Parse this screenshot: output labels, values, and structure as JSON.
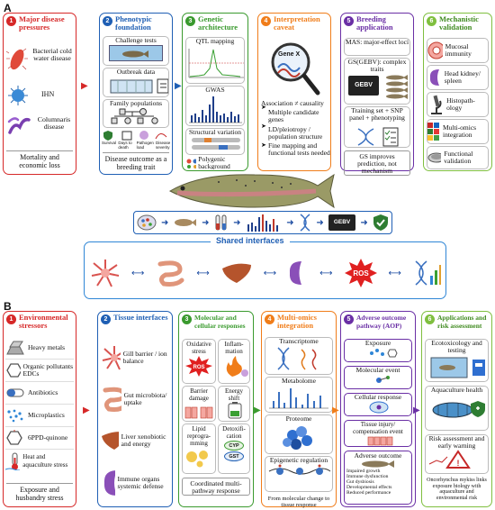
{
  "panel_a": {
    "label": "A",
    "c1": {
      "num": "1",
      "title": "Major disease pressures",
      "i1": "Bacterial cold water disease",
      "i2": "IHN",
      "i3": "Columnaris disease",
      "foot": "Mortality and economic loss"
    },
    "c2": {
      "num": "2",
      "title": "Phenotypic foundation",
      "i1": "Challenge tests",
      "i2": "Outbreak data",
      "i3": "Family populations",
      "legend": [
        "Survival",
        "Days to death",
        "Pathogen load",
        "Disease severity"
      ],
      "foot": "Disease outcome as a breeding trait"
    },
    "c3": {
      "num": "3",
      "title": "Genetic architecture",
      "i1": "QTL mapping",
      "i2": "GWAS",
      "i3": "Structural variation",
      "i4": "Polygenic background"
    },
    "c4": {
      "num": "4",
      "title": "Interpretation caveat",
      "gene": "Gene X",
      "bullets": [
        "Association ≠ causality",
        "Multiple candidate genes",
        "LD/pleiotropy / population structure",
        "Fine mapping and functional tests needed"
      ]
    },
    "c5": {
      "num": "5",
      "title": "Breeding application",
      "i1": "MAS: major-effect loci",
      "i2": "GS(GEBV): complex traits",
      "gebv": "GEBV",
      "i3": "Training set + SNP panel + phenotyping",
      "foot": "GS improves prediction, not mechanism"
    },
    "c6": {
      "num": "6",
      "title": "Mechanistic validation",
      "i1": "Mucosal immunity",
      "i2": "Head kidney/ spleen",
      "i3": "Histopath- ology",
      "i4": "Multi-omics integration",
      "i5": "Functional validation"
    },
    "pipeline": {
      "gebv": "GEBV"
    },
    "shared": {
      "title": "Shared interfaces",
      "ros": "ROS"
    }
  },
  "panel_b": {
    "label": "B",
    "c1": {
      "num": "1",
      "title": "Environmental stressors",
      "items": [
        "Heavy metals",
        "Organic pollutants EDCs",
        "Antibiotics",
        "Microplastics",
        "6PPD-quinone",
        "Heat and aquaculture stress"
      ],
      "foot": "Exposure and husbandry stress"
    },
    "c2": {
      "num": "2",
      "title": "Tissue interfaces",
      "items": [
        "Gill barrier / ion balance",
        "Gut microbiota/ uptake",
        "Liver xenobiotic and energy",
        "Immune organs systemic defense"
      ]
    },
    "c3": {
      "num": "3",
      "title": "Molecular and cellular responses",
      "items": [
        "Oxidative stress",
        "Inflam- mation",
        "Barrier damage",
        "Energy shift",
        "Lipid reprogra- mming",
        "Detoxifi- cation"
      ],
      "ros": "ROS",
      "cyp": "CYP",
      "gst": "GST",
      "foot": "Coordinated multi- pathway response"
    },
    "c4": {
      "num": "4",
      "title": "Multi-omics integration",
      "items": [
        "Transcriptome",
        "Metabolome",
        "Proteome",
        "Epigenetic regulation"
      ],
      "foot": "From molecular change to tissue response"
    },
    "c5": {
      "num": "5",
      "title": "Adverse outcome pathway (AOP)",
      "items": [
        "Exposure",
        "Molecular event",
        "Cellular response",
        "Tissue injury/ compensation event",
        "Adverse outcome"
      ],
      "bullets": [
        "Impaired growth",
        "Immune dysfunction",
        "Gut dysbiosis",
        "Developmental effects",
        "Reduced performance"
      ]
    },
    "c6": {
      "num": "6",
      "title": "Applications and risk assessment",
      "items": [
        "Ecotoxicology and testing",
        "Aquaculture health",
        "Risk assessment and early warning"
      ],
      "foot": "Oncorhynchus mykiss links exposure biology with aquaculture and environmental risk"
    }
  },
  "colors": {
    "c1": "#d62828",
    "c2": "#1f5fb4",
    "c3": "#3a9a2e",
    "c4": "#f07d1a",
    "c5": "#6a2fa5",
    "c6": "#7fbf3f",
    "shared": "#2f86d6"
  }
}
